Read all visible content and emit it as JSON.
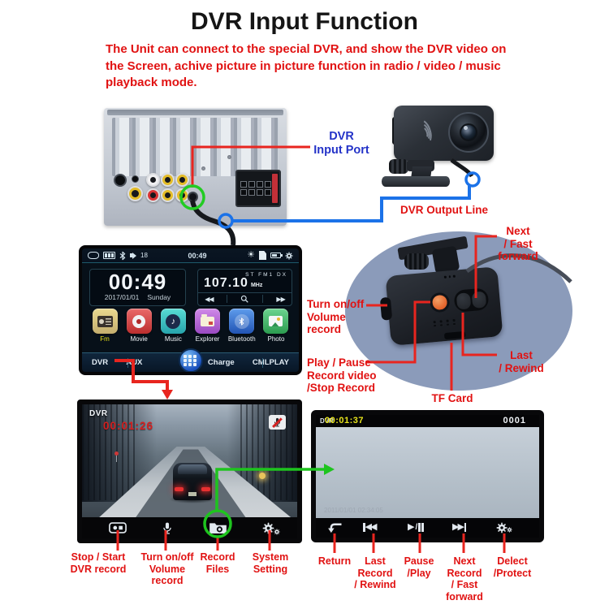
{
  "title": "DVR Input Function",
  "intro_lines": [
    "The Unit can connect to the special DVR, and show the DVR video on",
    "the Screen, achive picture in picture function in radio / video / music",
    "playback mode."
  ],
  "callouts": {
    "dvr_input_port": "DVR\nInput Port",
    "dvr_output_line": "DVR Output Line",
    "next_fast_forward": "Next\n/ Fast\nforward",
    "volume_record_side": "Turn on/off\nVolume\nrecord",
    "play_pause_record": "Play / Pause\nRecord video\n/Stop Record",
    "last_rewind": "Last\n/ Rewind",
    "tf_card": "TF Card"
  },
  "head_unit": {
    "status_bar": {
      "volume_level": "18",
      "time": "00:49"
    },
    "clock_panel": {
      "time": "00:49",
      "date": "2017/01/01",
      "day": "Sunday"
    },
    "radio_panel": {
      "frequency": "107.10",
      "unit": "MHz",
      "flags": "ST FM1 DX"
    },
    "apps": [
      "Fm",
      "Movie",
      "Music",
      "Explorer",
      "Bluetooth",
      "Photo"
    ],
    "dock": [
      "DVR",
      "AUX",
      "Charge",
      "CMLPLAY"
    ]
  },
  "dvr_live": {
    "badge": "DVR",
    "rec_time": "00:01:26",
    "labels": [
      "Stop / Start\nDVR record",
      "Turn on/off\nVolume\nrecord",
      "Record\nFiles",
      "System\nSetting"
    ]
  },
  "playback": {
    "badge": "DVR",
    "time": "00:01:37",
    "clip_no": "0001",
    "watermark": "2011/01/01 02:34:05",
    "labels": [
      "Return",
      "Last\nRecord\n/ Rewind",
      "Pause\n/Play",
      "Next\nRecord\n/ Fast\nforward",
      "Delect\n/Protect"
    ]
  },
  "colors": {
    "label_red": "#e11212",
    "line_red": "#e8251f",
    "label_blue": "#2433c8",
    "line_blue": "#1b72e8",
    "line_green": "#1ec41e",
    "time_yellow": "#e8e41c",
    "rec_red": "#d41f1f"
  }
}
